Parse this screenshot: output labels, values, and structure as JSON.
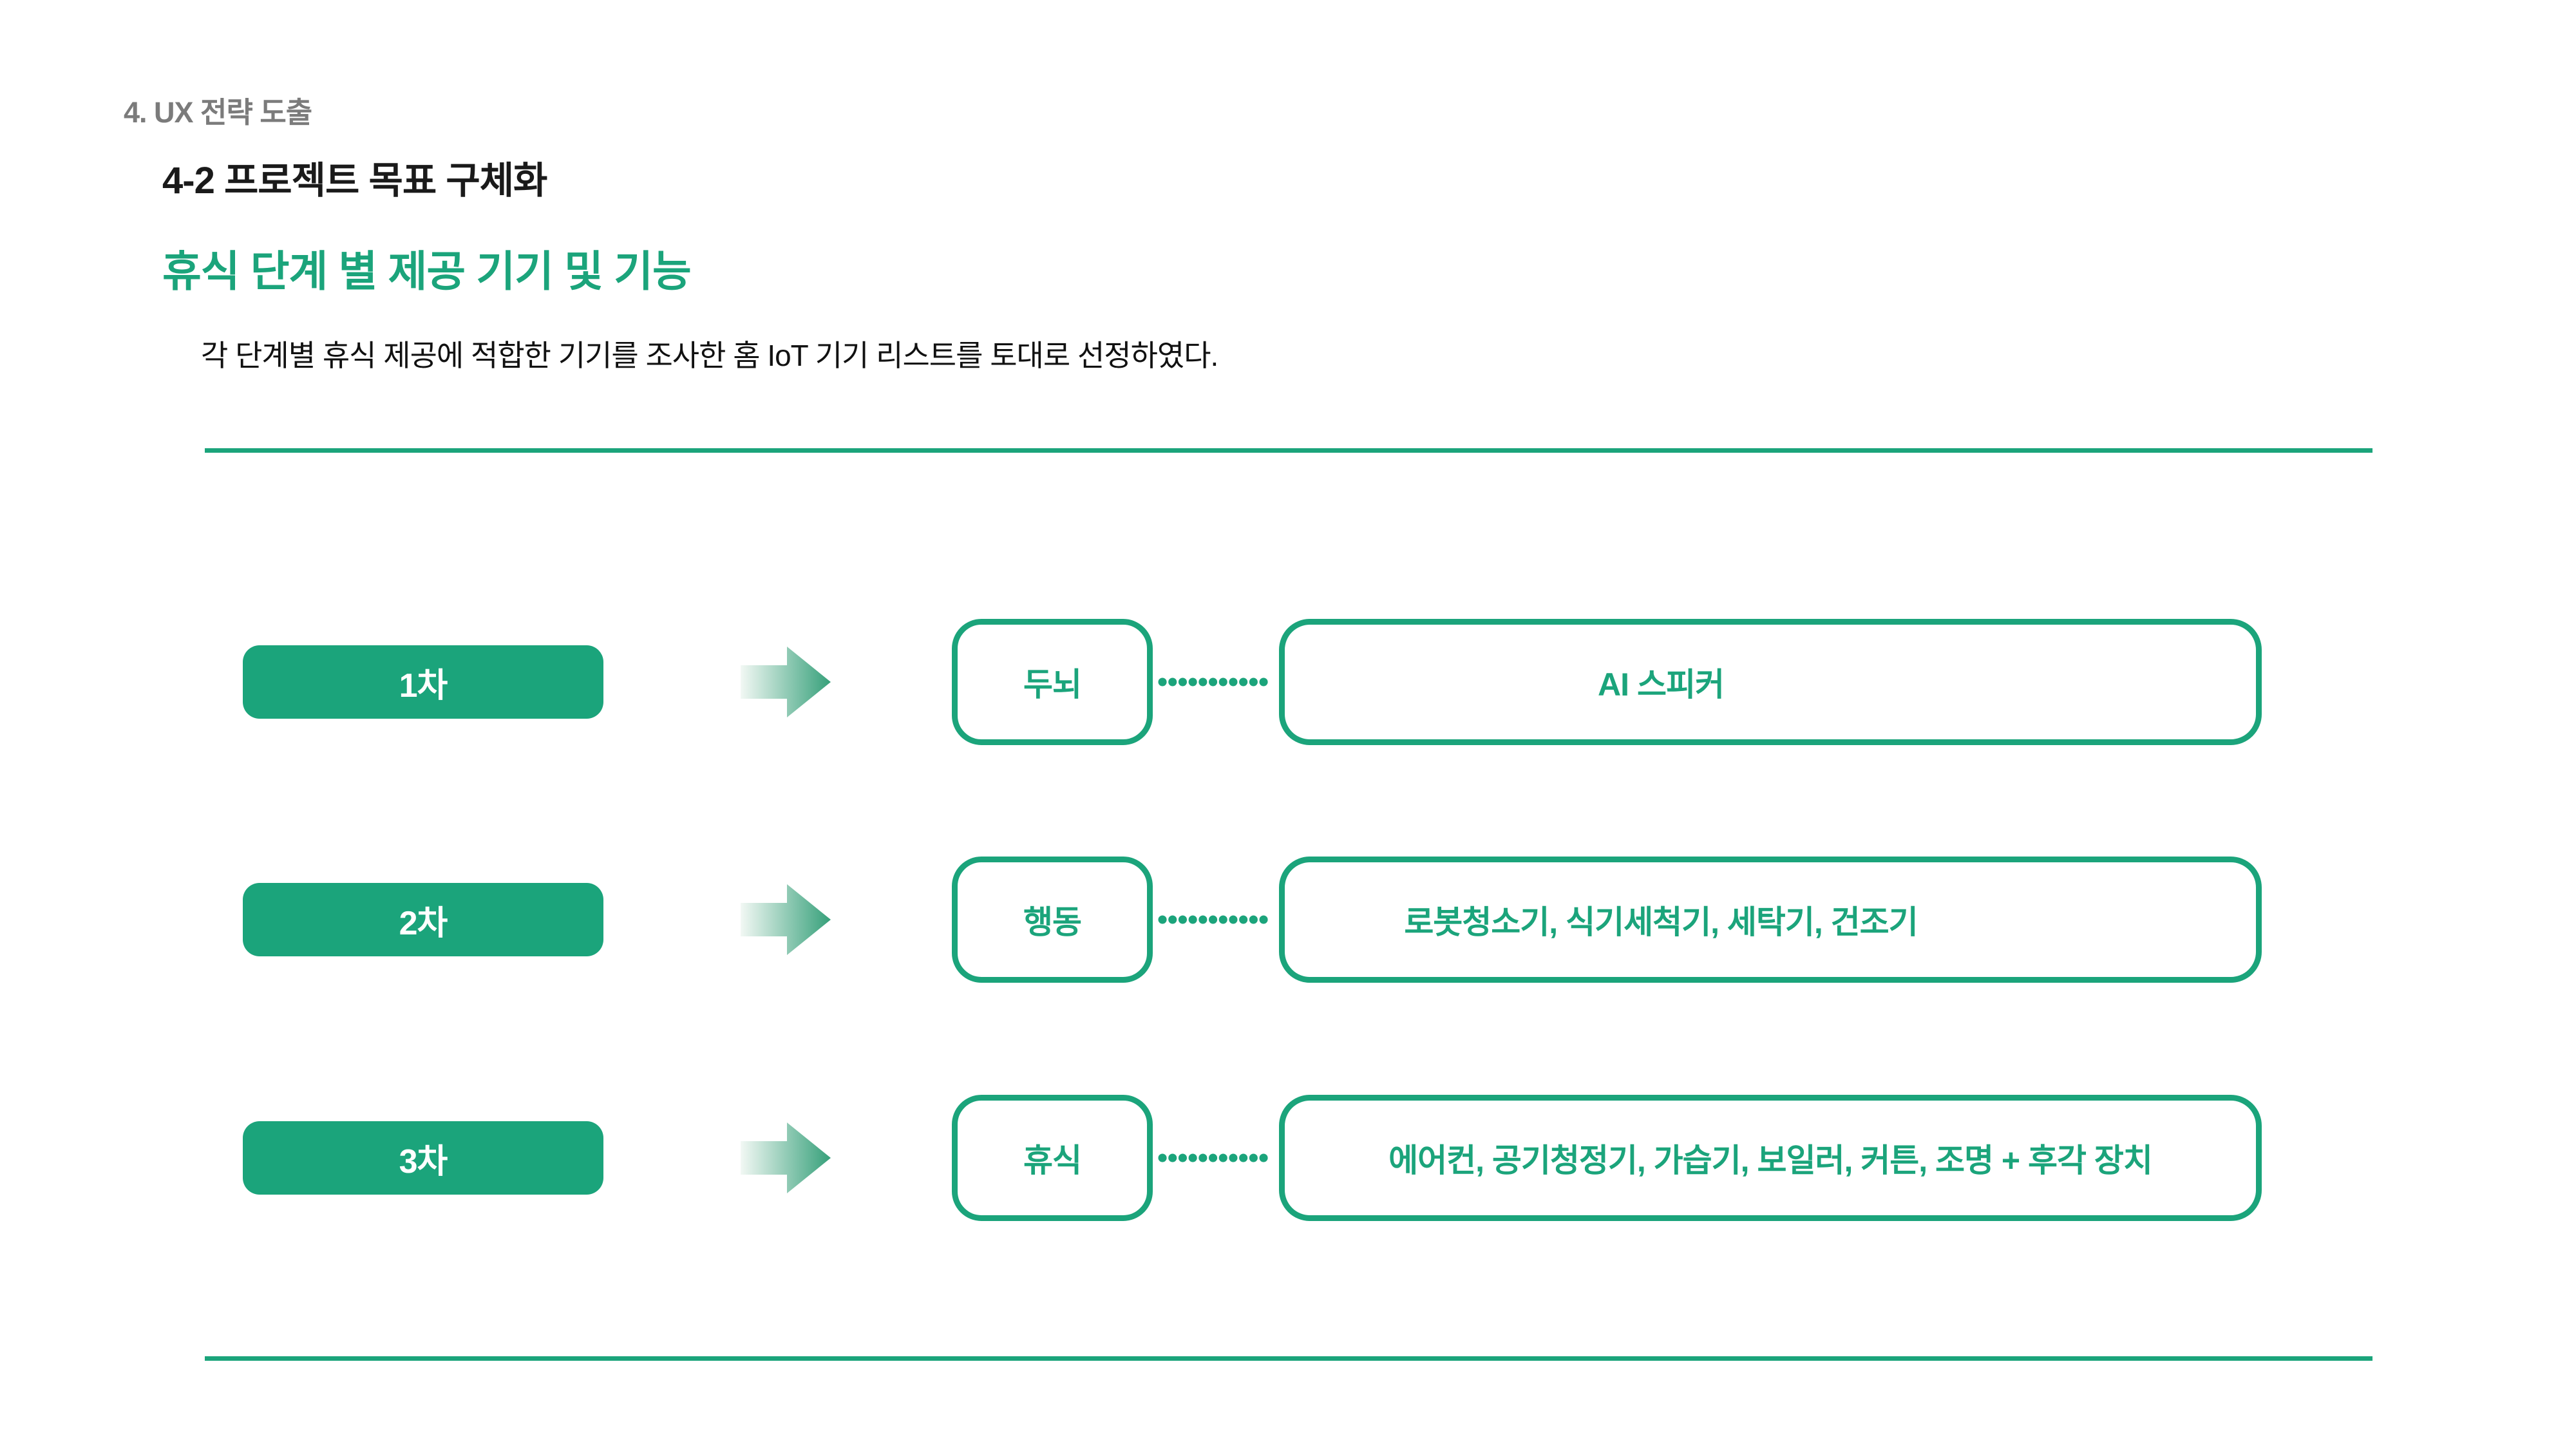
{
  "slide": {
    "section_label": "4. UX 전략 도출",
    "subsection_title": "4-2 프로젝트 목표 구체화",
    "heading": "휴식 단계 별 제공 기기 및 기능",
    "description": "각 단계별 휴식 제공에 적합한 기기를 조사한 홈 IoT 기기 리스트를 토대로 선정하였다."
  },
  "diagram": {
    "rows": [
      {
        "stage": "1차",
        "category": "두뇌",
        "devices": "AI 스피커",
        "arrow_icon": "arrow-right-icon",
        "connector_icon": "dotted-line-connector"
      },
      {
        "stage": "2차",
        "category": "행동",
        "devices": "로봇청소기, 식기세척기, 세탁기, 건조기",
        "arrow_icon": "arrow-right-icon",
        "connector_icon": "dotted-line-connector"
      },
      {
        "stage": "3차",
        "category": "휴식",
        "devices": "에어컨, 공기청정기, 가습기, 보일러, 커튼, 조명 + 후각 장치",
        "arrow_icon": "arrow-right-icon",
        "connector_icon": "dotted-line-connector"
      }
    ]
  },
  "colors": {
    "accent_green": "#1BA47B",
    "gray_label": "#7B7B7B",
    "text_dark": "#1A1A1A",
    "arrow_gradient_start": "#F2F8F4",
    "arrow_gradient_end": "#36A07A"
  }
}
